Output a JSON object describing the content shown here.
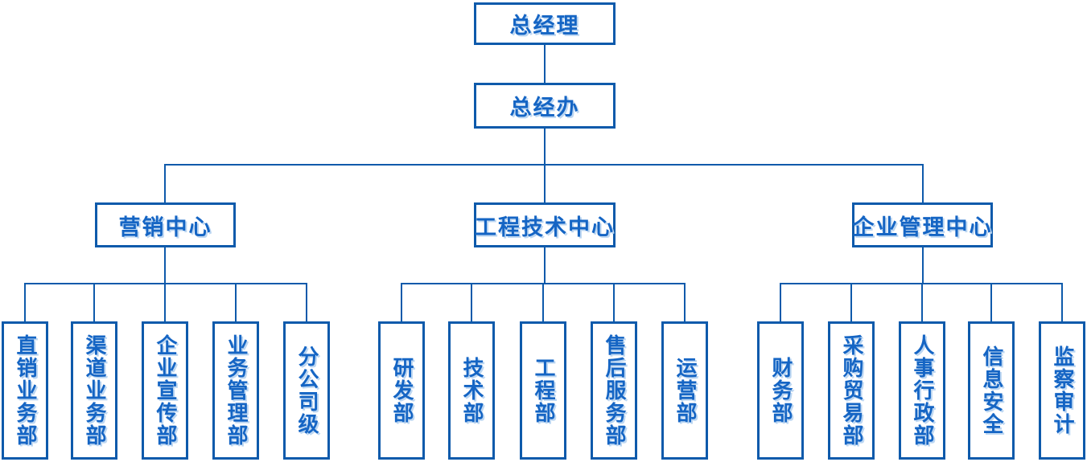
{
  "palette": {
    "border": "#0e5aab",
    "line": "#0e5aab",
    "text": "#1565c4",
    "shadow": "#bdd7f2",
    "background": "#ffffff"
  },
  "org": {
    "root": {
      "label": "总经理"
    },
    "office": {
      "label": "总经办"
    },
    "groups": [
      {
        "label": "营销中心",
        "children": [
          "直销业务部",
          "渠道业务部",
          "企业宣传部",
          "业务管理部",
          "分公司级"
        ]
      },
      {
        "label": "工程技术中心",
        "children": [
          "研发部",
          "技术部",
          "工程部",
          "售后服务部",
          "运营部"
        ]
      },
      {
        "label": "企业管理中心",
        "children": [
          "财务部",
          "采购贸易部",
          "人事行政部",
          "信息安全",
          "监察审计"
        ]
      }
    ]
  }
}
